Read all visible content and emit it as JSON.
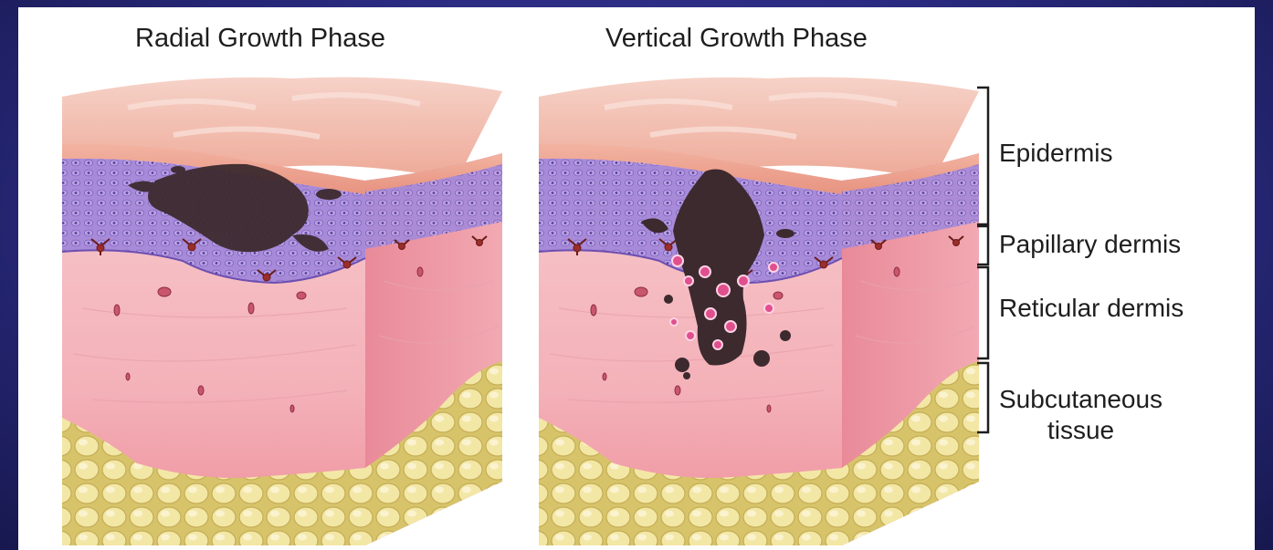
{
  "figure": {
    "left_title": "Radial Growth Phase",
    "right_title": "Vertical Growth Phase"
  },
  "layers": [
    {
      "label": "Epidermis"
    },
    {
      "label": "Papillary dermis"
    },
    {
      "label": "Reticular dermis"
    },
    {
      "label": "Subcutaneous tissue",
      "line1": "Subcutaneous",
      "line2": "tissue"
    }
  ],
  "colors": {
    "background": "#2a2a80",
    "surface": "#f2b9a8",
    "epidermis": "#a98ad6",
    "dermis": "#f3b6bf",
    "fat": "#e9dc8e",
    "tumor": "#3d2a2f"
  }
}
